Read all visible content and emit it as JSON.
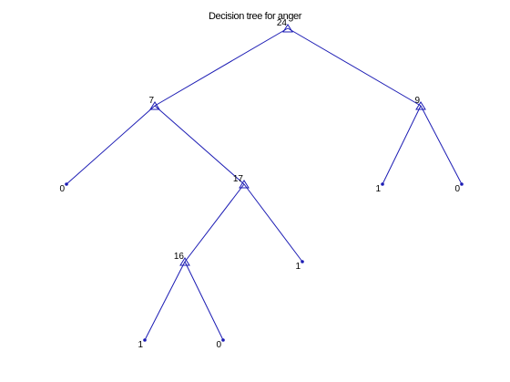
{
  "figure": {
    "title": "Decision tree for anger",
    "colors": {
      "edge": "#1c1cb4",
      "node": "#1c1cb4",
      "text": "#000000",
      "background": "#ffffff"
    }
  },
  "tree": {
    "nodes": [
      {
        "id": "n24",
        "label": "24",
        "kind": "split"
      },
      {
        "id": "n7",
        "label": "7",
        "kind": "split"
      },
      {
        "id": "n9",
        "label": "9",
        "kind": "split"
      },
      {
        "id": "n17",
        "label": "17",
        "kind": "split"
      },
      {
        "id": "n16",
        "label": "16",
        "kind": "split"
      },
      {
        "id": "l1",
        "label": "0",
        "kind": "leaf"
      },
      {
        "id": "l2",
        "label": "1",
        "kind": "leaf"
      },
      {
        "id": "l3",
        "label": "0",
        "kind": "leaf"
      },
      {
        "id": "l4",
        "label": "1",
        "kind": "leaf"
      },
      {
        "id": "l5",
        "label": "1",
        "kind": "leaf"
      },
      {
        "id": "l6",
        "label": "0",
        "kind": "leaf"
      }
    ],
    "edges": [
      [
        "n24",
        "n7"
      ],
      [
        "n24",
        "n9"
      ],
      [
        "n7",
        "l1"
      ],
      [
        "n7",
        "n17"
      ],
      [
        "n9",
        "l5"
      ],
      [
        "n9",
        "l6"
      ],
      [
        "n17",
        "n16"
      ],
      [
        "n17",
        "l4"
      ],
      [
        "n16",
        "l2"
      ],
      [
        "n16",
        "l3"
      ]
    ]
  }
}
